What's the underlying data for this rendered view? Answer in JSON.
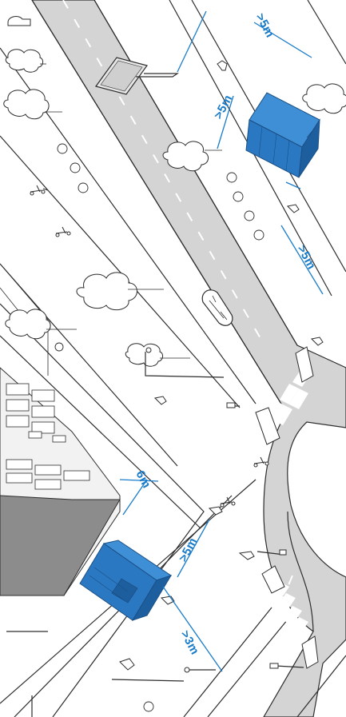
{
  "colors": {
    "road": "#d4d4d4",
    "outline": "#2d2d2d",
    "dimension": "#1a7cc9",
    "kiosk_face": "#2b78c2",
    "kiosk_top": "#3f8fd6",
    "kiosk_side": "#1d5f9e",
    "building_dark": "#8c8c8c",
    "building_light": "#f2f2f2"
  },
  "measurements": {
    "top_road_edge": ">5m",
    "top_kiosk_gap": ">5m",
    "mid_street_edge": ">5m",
    "building_gap": "6m",
    "bottom_kiosk_gap": ">5m",
    "bottom_road_edge": ">3m"
  },
  "icons": [
    "billboard-icon",
    "street-tree-icon",
    "pedestrian-icon",
    "cyclist-icon",
    "street-lamp-icon",
    "car-icon",
    "crosswalk-icon",
    "kiosk-icon",
    "building-icon"
  ]
}
